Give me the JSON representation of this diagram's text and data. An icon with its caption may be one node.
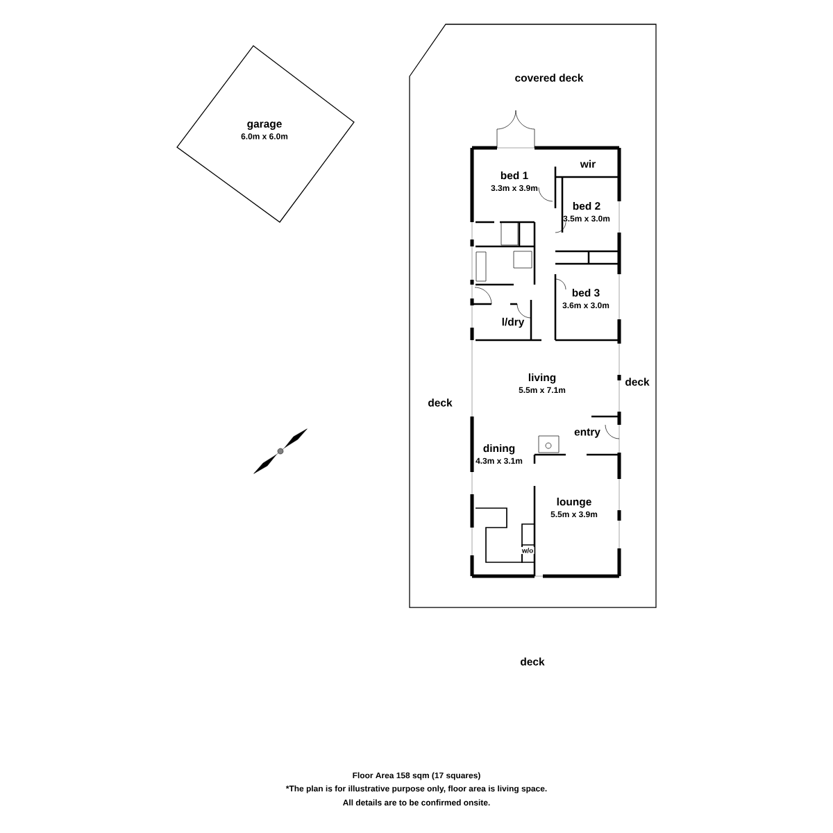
{
  "diagram": {
    "nodes": [
      {
        "text": [
          "covered deck",
          "deck",
          "deck",
          "deck"
        ]
      },
      {
        "text": [
          "garage",
          "6.0m x 6.0m"
        ]
      },
      {
        "text": [
          "bed 1",
          "3.3m x 3.9m"
        ],
        "in": 0
      },
      {
        "text": [
          "wir"
        ],
        "in": 0
      },
      {
        "text": [
          "bed 2",
          "3.5m x 3.0m"
        ],
        "in": 0
      },
      {
        "text": [
          "bed 3",
          "3.6m x 3.0m"
        ],
        "in": 0
      },
      {
        "text": [
          "l/dry"
        ],
        "in": 0
      },
      {
        "text": [
          "living",
          "5.5m x 7.1m"
        ],
        "in": 0
      },
      {
        "text": [
          "entry"
        ],
        "in": 0
      },
      {
        "text": [
          "dining",
          "4.3m x 3.1m"
        ],
        "in": 0
      },
      {
        "text": [
          "w/o"
        ],
        "in": 0
      },
      {
        "text": [
          "lounge",
          "5.5m x 3.9m"
        ],
        "in": 0
      }
    ],
    "labels": [
      "Floor Area 158 sqm (17 squares)",
      "*The plan is for illustrative purpose only, floor area is living space.",
      "All details are to be confirmed onsite."
    ]
  }
}
